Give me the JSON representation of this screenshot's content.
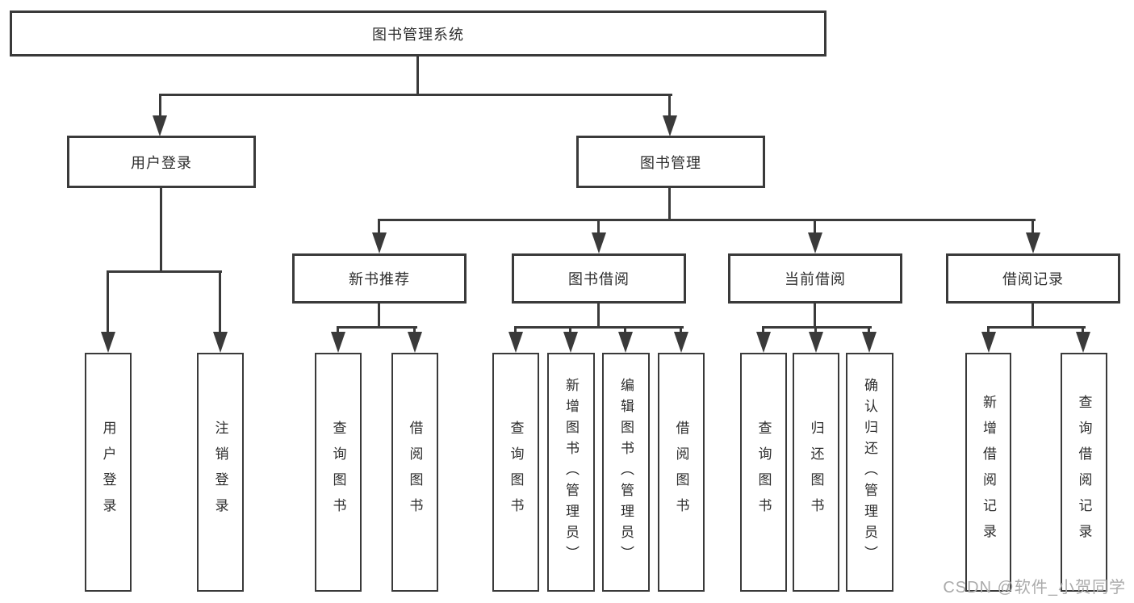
{
  "diagram": {
    "root": {
      "label": "图书管理系统"
    },
    "level1": [
      {
        "label": "用户登录"
      },
      {
        "label": "图书管理"
      }
    ],
    "level2": [
      {
        "label": "新书推荐"
      },
      {
        "label": "图书借阅"
      },
      {
        "label": "当前借阅"
      },
      {
        "label": "借阅记录"
      }
    ],
    "leaves": {
      "user_login": [
        {
          "label": "用户登录"
        },
        {
          "label": "注销登录"
        }
      ],
      "new_books": [
        {
          "label": "查询图书"
        },
        {
          "label": "借阅图书"
        }
      ],
      "book_borrow": [
        {
          "label": "查询图书"
        },
        {
          "label": "新增图书（管理员）"
        },
        {
          "label": "编辑图书（管理员）"
        },
        {
          "label": "借阅图书"
        }
      ],
      "current_borrow": [
        {
          "label": "查询图书"
        },
        {
          "label": "归还图书"
        },
        {
          "label": "确认归还（管理员）"
        }
      ],
      "borrow_records": [
        {
          "label": "新增借阅记录"
        },
        {
          "label": "查询借阅记录"
        }
      ]
    }
  },
  "watermark": "CSDN @软件_小贺同学",
  "colors": {
    "line": "#3a3a3a",
    "text": "#2d2d2d",
    "watermark": "#ababab",
    "background": "#ffffff"
  }
}
